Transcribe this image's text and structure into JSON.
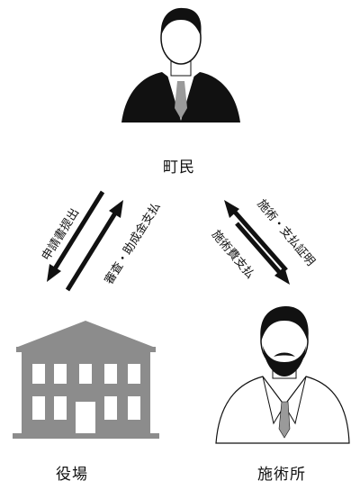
{
  "nodes": {
    "citizen": {
      "label": "町民"
    },
    "office": {
      "label": "役場"
    },
    "clinic": {
      "label": "施術所"
    }
  },
  "flows": {
    "citizen_to_office": {
      "label": "申請書提出"
    },
    "office_to_citizen": {
      "label": "審査・助成金支払"
    },
    "clinic_to_citizen": {
      "label": "施術・支払証明"
    },
    "citizen_to_clinic": {
      "label": "施術費支払"
    }
  },
  "colors": {
    "ink": "#111111",
    "building": "#8c8c8c",
    "tie": "#9a9a9a",
    "skin": "#ffffff"
  }
}
